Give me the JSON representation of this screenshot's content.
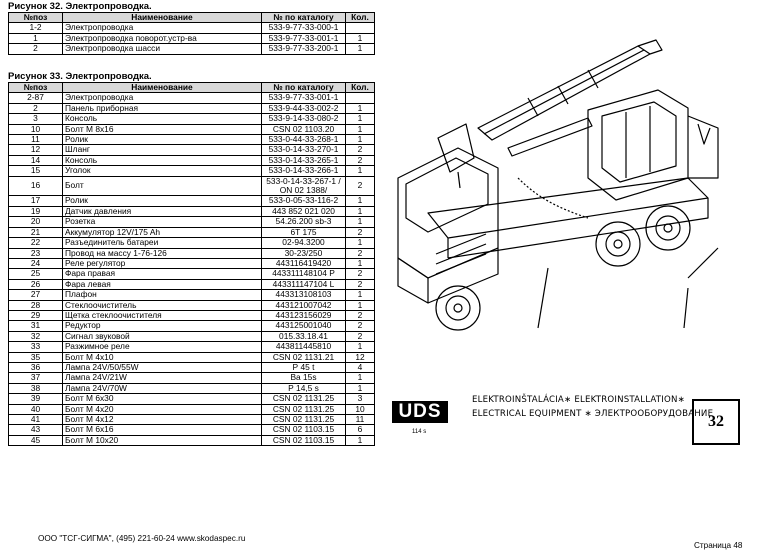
{
  "figure32": {
    "caption": "Рисунок 32.   Электропроводка.",
    "headers": [
      "№поз",
      "Наименование",
      "№ по каталогу",
      "Кол."
    ],
    "rows": [
      [
        "1-2",
        "Электропроводка",
        "533-9-77-33-000-1",
        ""
      ],
      [
        "1",
        "Электропроводка поворот.устр-ва",
        "533-9-77-33-001-1",
        "1"
      ],
      [
        "2",
        "Электропроводка шасси",
        "533-9-77-33-200-1",
        "1"
      ]
    ]
  },
  "figure33": {
    "caption": "Рисунок 33.   Электропроводка.",
    "headers": [
      "№поз",
      "Наименование",
      "№ по каталогу",
      "Кол."
    ],
    "rows": [
      [
        "2-87",
        "Электропроводка",
        "533-9-77-33-001-1",
        ""
      ],
      [
        "2",
        "Панель приборная",
        "533-9-44-33-002-2",
        "1"
      ],
      [
        "3",
        "Консоль",
        "533-9-14-33-080-2",
        "1"
      ],
      [
        "10",
        "Болт М 8х16",
        "CSN 02 1103.20",
        "1"
      ],
      [
        "11",
        "Ролик",
        "533-0-44-33-268-1",
        "1"
      ],
      [
        "12",
        "Шланг",
        "533-0-14-33-270-1",
        "2"
      ],
      [
        "14",
        "Консоль",
        "533-0-14-33-265-1",
        "2"
      ],
      [
        "15",
        "Уголок",
        "533-0-14-33-266-1",
        "1"
      ],
      [
        "16",
        "Болт",
        "533-0-14-33-267-1 / ON 02 1388/",
        "2"
      ],
      [
        "17",
        "Ролик",
        "533-0-05-33-116-2",
        "1"
      ],
      [
        "19",
        "Датчик давления",
        "443  852  021  020",
        "1"
      ],
      [
        "20",
        "Розетка",
        "54.26.200  sb-3",
        "1"
      ],
      [
        "21",
        "Аккумулятор 12V/175 Ah",
        "6Т  175",
        "2"
      ],
      [
        "22",
        "Разъединитель батареи",
        "02-94.3200",
        "1"
      ],
      [
        "23",
        "Провод на массу 1-76-126",
        "30-23/250",
        "2"
      ],
      [
        "24",
        "Реле регулятор",
        "443116419420",
        "1"
      ],
      [
        "25",
        "Фара правая",
        "443311148104  Р",
        "2"
      ],
      [
        "26",
        "Фара левая",
        "443311147104  L",
        "2"
      ],
      [
        "27",
        "Плафон",
        "443313108103",
        "1"
      ],
      [
        "28",
        "Стеклоочиститель",
        "443121007042",
        "1"
      ],
      [
        "29",
        "Щетка стеклоочистителя",
        "443123156029",
        "2"
      ],
      [
        "31",
        "Редуктор",
        "443125001040",
        "2"
      ],
      [
        "32",
        "Сигнал звуковой",
        "015.33.18.41",
        "2"
      ],
      [
        "33",
        "Разжимное реле",
        "443811445810",
        "1"
      ],
      [
        "35",
        "Болт М 4х10",
        "CSN 02 1131.21",
        "12"
      ],
      [
        "36",
        "Лампа 24V/50/55W",
        "Р 45  t",
        "4"
      ],
      [
        "37",
        "Лампа 24V/21W",
        "Ва 15s",
        "1"
      ],
      [
        "38",
        "Лампа 24V/70W",
        "Р 14,5  s",
        "1"
      ],
      [
        "39",
        "Болт М 6х30",
        "CSN 02 1131.25",
        "3"
      ],
      [
        "40",
        "Болт М 4х20",
        "CSN 02 1131.25",
        "10"
      ],
      [
        "41",
        "Болт М 4х12",
        "CSN 02 1131.25",
        "11"
      ],
      [
        "43",
        "Болт М 6х16",
        "CSN 02 1103.15",
        "6"
      ],
      [
        "45",
        "Болт М 10х20",
        "CSN 02 1103.15",
        "1"
      ]
    ]
  },
  "title_block": {
    "logo": "UDS",
    "logo_sub": "114 s",
    "line1": "ELEKTROINŠTALÁCIA∗ ELEKTROINSTALLATION∗",
    "line2": "ELECTRICAL EQUIPMENT ∗ ЭЛЕКТРООБОРУДОВАНИЕ",
    "page_number": "32"
  },
  "footer": {
    "left": "ООО \"ТСГ-СИГМА\", (495) 221-60-24 www.skodaspec.ru",
    "right": "Страница 48"
  }
}
